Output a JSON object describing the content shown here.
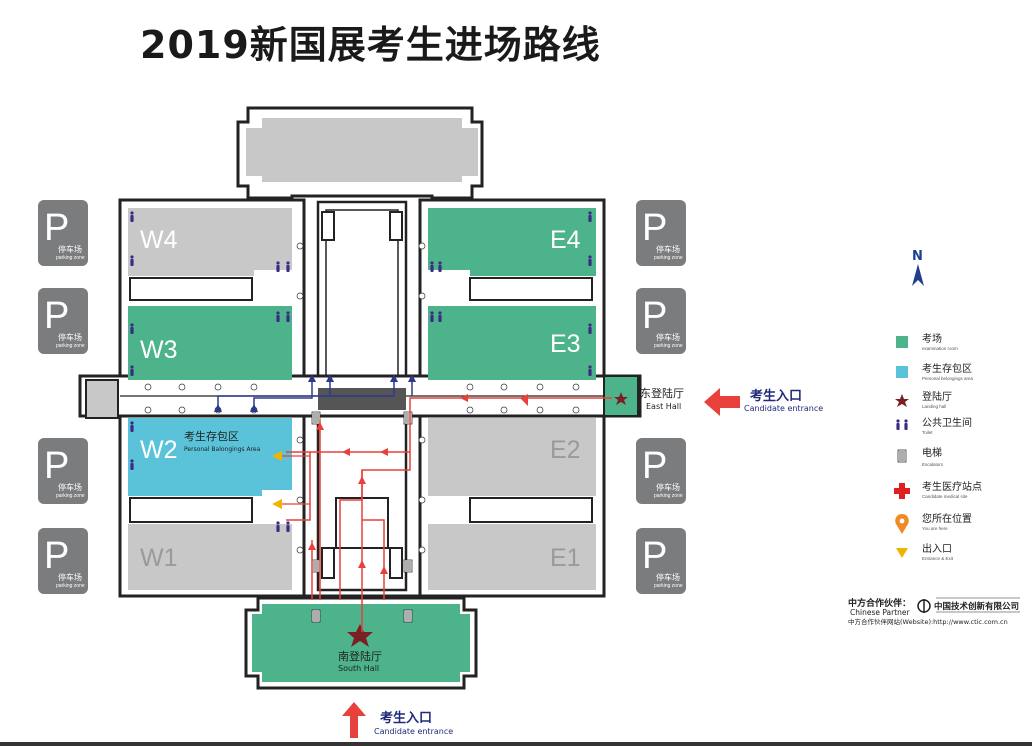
{
  "title": "2019新国展考生进场路线",
  "halls": {
    "W4": "W4",
    "W3": "W3",
    "W2": "W2",
    "W1": "W1",
    "E4": "E4",
    "E3": "E3",
    "E2": "E2",
    "E1": "E1"
  },
  "parking": {
    "letter": "P",
    "cn": "停车场",
    "en": "parking zone"
  },
  "belongings_area": {
    "cn": "考生存包区",
    "en": "Personal Balongings Area"
  },
  "east_hall": {
    "cn": "东登陆厅",
    "en": "East Hall"
  },
  "south_hall": {
    "cn": "南登陆厅",
    "en": "South Hall"
  },
  "entrance_east": {
    "cn": "考生入口",
    "en": "Candidate entrance"
  },
  "entrance_south": {
    "cn": "考生入口",
    "en": "Candidate entrance"
  },
  "compass": "N",
  "legend": [
    {
      "cn": "考场",
      "en": "examination room",
      "icon": "green-square",
      "color": "#4db38a"
    },
    {
      "cn": "考生存包区",
      "en": "Personal belongings area",
      "icon": "blue-square",
      "color": "#5bc3d9"
    },
    {
      "cn": "登陆厅",
      "en": "Landing hall",
      "icon": "star-icon",
      "color": "#7a1f24"
    },
    {
      "cn": "公共卫生间",
      "en": "Toilet",
      "icon": "toilet-icon",
      "color": "#3d2a85"
    },
    {
      "cn": "电梯",
      "en": "Escalators",
      "icon": "escalator-icon",
      "color": "#333333"
    },
    {
      "cn": "考生医疗站点",
      "en": "Candidate medical site",
      "icon": "cross-icon",
      "color": "#e02020"
    },
    {
      "cn": "您所在位置",
      "en": "You are here",
      "icon": "pin-icon",
      "color": "#f08a24"
    },
    {
      "cn": "出入口",
      "en": "Entrance & Exit",
      "icon": "triangle-icon",
      "color": "#f0b400"
    }
  ],
  "partner": {
    "label_cn": "中方合作伙伴：",
    "label_en": "Chinese Partner",
    "name": "中国技术创新有限公司",
    "website": "中方合作伙伴网站(Website):http://www.ctic.com.cn"
  },
  "colors": {
    "exam": "#4db38a",
    "belong": "#5bc3d9",
    "gray_hall": "#c8c8c8",
    "parking": "#7b7c7e",
    "route_red": "#e8413c",
    "route_blue": "#2c3a8c",
    "exit_yellow": "#f0b400"
  }
}
